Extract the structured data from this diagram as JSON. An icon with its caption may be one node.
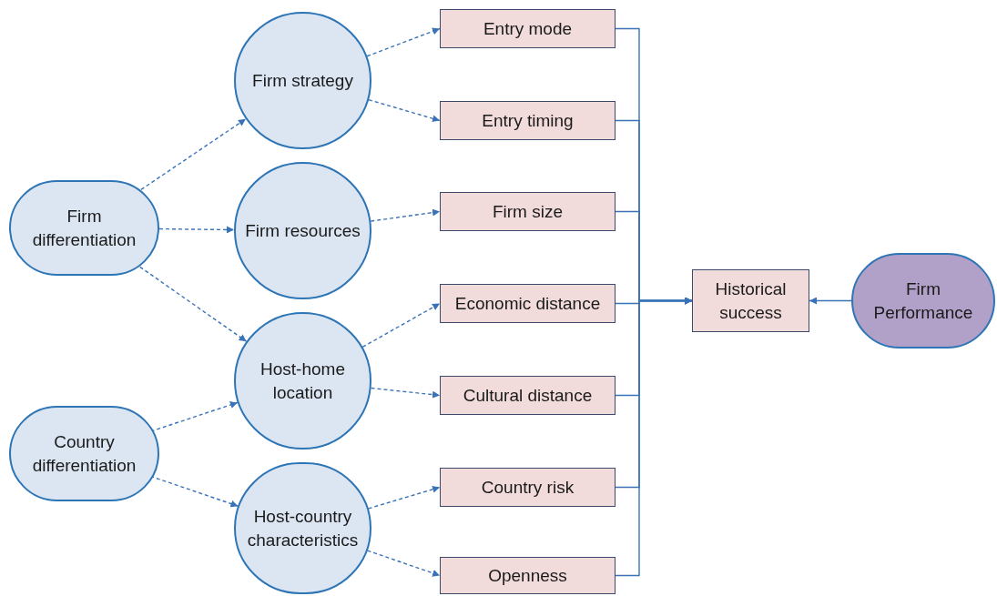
{
  "diagram": {
    "nodes": [
      {
        "text": [
          "Firm differentiation"
        ]
      },
      {
        "text": [
          "Country differentiation"
        ]
      },
      {
        "text": [
          "Firm strategy"
        ]
      },
      {
        "text": [
          "Firm resources"
        ]
      },
      {
        "text": [
          "Host-home location"
        ]
      },
      {
        "text": [
          "Host-country characteristics"
        ]
      },
      {
        "text": [
          "Entry mode"
        ]
      },
      {
        "text": [
          "Entry timing"
        ]
      },
      {
        "text": [
          "Firm size"
        ]
      },
      {
        "text": [
          "Economic distance"
        ]
      },
      {
        "text": [
          "Cultural distance"
        ]
      },
      {
        "text": [
          "Country risk"
        ]
      },
      {
        "text": [
          "Openness"
        ]
      },
      {
        "text": [
          "Historical success"
        ]
      },
      {
        "text": [
          "Firm Performance"
        ]
      }
    ],
    "edges": [
      {
        "from": 0,
        "to": 2,
        "arrow": "to",
        "style": "dashed"
      },
      {
        "from": 0,
        "to": 3,
        "arrow": "to",
        "style": "dashed"
      },
      {
        "from": 0,
        "to": 4,
        "arrow": "to",
        "style": "dashed"
      },
      {
        "from": 1,
        "to": 4,
        "arrow": "to",
        "style": "dashed"
      },
      {
        "from": 1,
        "to": 5,
        "arrow": "to",
        "style": "dashed"
      },
      {
        "from": 2,
        "to": 6,
        "arrow": "to",
        "style": "dashed"
      },
      {
        "from": 2,
        "to": 7,
        "arrow": "to",
        "style": "dashed"
      },
      {
        "from": 3,
        "to": 8,
        "arrow": "to",
        "style": "dashed"
      },
      {
        "from": 4,
        "to": 9,
        "arrow": "to",
        "style": "dashed"
      },
      {
        "from": 4,
        "to": 10,
        "arrow": "to",
        "style": "dashed"
      },
      {
        "from": 5,
        "to": 11,
        "arrow": "to",
        "style": "dashed"
      },
      {
        "from": 5,
        "to": 12,
        "arrow": "to",
        "style": "dashed"
      },
      {
        "from": 6,
        "to": 13,
        "arrow": "to"
      },
      {
        "from": 7,
        "to": 13,
        "arrow": "to"
      },
      {
        "from": 8,
        "to": 13,
        "arrow": "to"
      },
      {
        "from": 9,
        "to": 13,
        "arrow": "to"
      },
      {
        "from": 10,
        "to": 13,
        "arrow": "to"
      },
      {
        "from": 11,
        "to": 13,
        "arrow": "to"
      },
      {
        "from": 12,
        "to": 13,
        "arrow": "to"
      },
      {
        "from": 14,
        "to": 13,
        "arrow": "to"
      }
    ]
  }
}
